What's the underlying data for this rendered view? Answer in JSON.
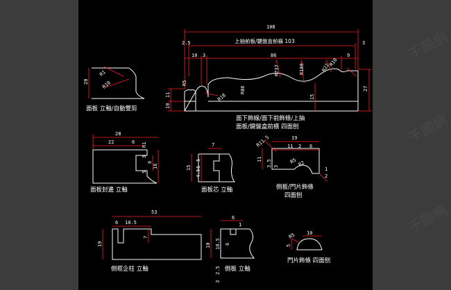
{
  "drawing": {
    "main_profile": {
      "label_lines": [
        "面下飾線/面下前飾條/上抽",
        "面板/鍵盤盒前橫 四面刨"
      ],
      "overall_width": "108",
      "top_label": "上抽前板/鍵盤盒前橫 103",
      "left_offset": "2.5",
      "right_offset": "3",
      "dim_10": "10",
      "dim_3": "3",
      "dim_86": "86",
      "dim_9": "9",
      "r737": "R737",
      "r108": "R108",
      "r10": "R10",
      "r22": "R22",
      "r5": "R5",
      "r18": "R18",
      "r86": "R86",
      "h15": "15",
      "h27": "27",
      "h11": "11",
      "h10": "10"
    },
    "panel_vertical": {
      "label": "面板 立軸/自動雙剪",
      "r1": "R1",
      "r10": "R10",
      "h20": "20"
    },
    "panel_edge": {
      "label": "面板封邊 立軸",
      "w28": "28",
      "w22": "22",
      "w6": "6",
      "r1": "R1",
      "h6": "6",
      "h16": "16",
      "h3": "3",
      "h5": "5"
    },
    "panel_core": {
      "label": "面板芯 立軸",
      "w7": "7",
      "h15": "15",
      "h4": "4.5",
      "h6": "6",
      "h5": "5"
    },
    "side_door": {
      "label_lines": [
        "側板/門片飾條",
        "四面刨"
      ],
      "r115": "R11.5",
      "w19": "19",
      "w11": "11",
      "w2a": "2",
      "w6": "6",
      "h11": "11",
      "h3": "3.5",
      "h3b": "3",
      "r5": "R5",
      "r2": "R2",
      "d1": "1",
      "d2": "2"
    },
    "side_post": {
      "label": "側框企柱 立軸",
      "w53": "53",
      "w6": "6",
      "w105": "10.5",
      "h7": "7",
      "h19": "19"
    },
    "side_panel": {
      "label": "側板 立軸",
      "w6": "6",
      "w1": "1",
      "h10": "10",
      "h105": "10.5",
      "h6": "6",
      "h25": "2.5",
      "h3": "3"
    },
    "door_strip": {
      "label": "門片飾條 四面刨",
      "r5": "R5",
      "w10": "10",
      "h5": "5"
    }
  },
  "watermark": "千圖網"
}
